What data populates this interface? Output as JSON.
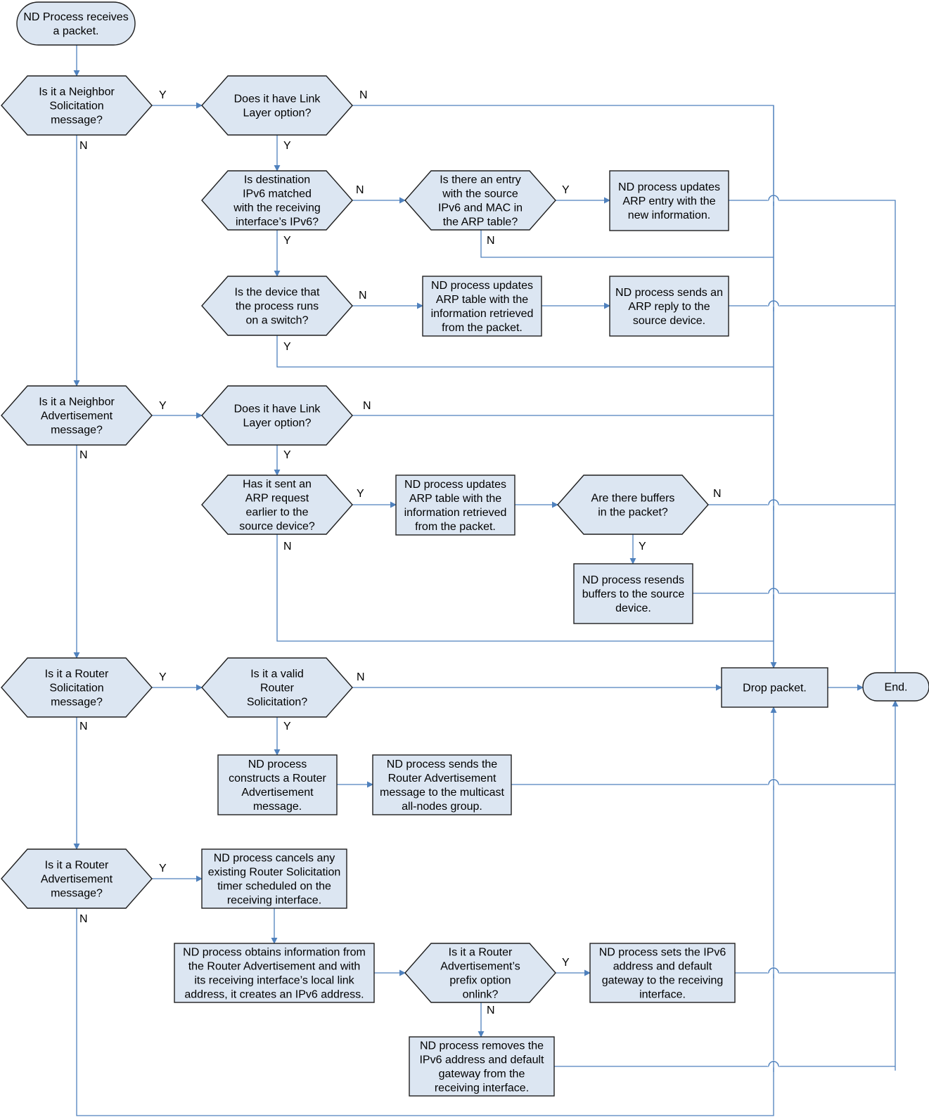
{
  "nodes": {
    "start": [
      "ND Process receives",
      "a packet."
    ],
    "q_ns": [
      "Is it a Neighbor",
      "Solicitation",
      "message?"
    ],
    "q_ns_link": [
      "Does it have Link",
      "Layer option?"
    ],
    "q_dest_match": [
      "Is destination",
      "IPv6 matched",
      "with the receiving",
      "interface’s IPv6?"
    ],
    "q_arp_entry": [
      "Is there an entry",
      "with the source",
      "IPv6 and MAC in",
      "the ARP table?"
    ],
    "p_update_entry": [
      "ND process updates",
      "ARP entry with the",
      "new information."
    ],
    "q_switch": [
      "Is the device that",
      "the process runs",
      "on a switch?"
    ],
    "p_update_table_1": [
      "ND process updates",
      "ARP table with the",
      "information retrieved",
      "from the packet."
    ],
    "p_send_reply": [
      "ND process sends an",
      "ARP reply to the",
      "source device."
    ],
    "q_na": [
      "Is it a Neighbor",
      "Advertisement",
      "message?"
    ],
    "q_na_link": [
      "Does it have Link",
      "Layer option?"
    ],
    "q_sent_req": [
      "Has it sent an",
      "ARP request",
      "earlier to the",
      "source device?"
    ],
    "p_update_table_2": [
      "ND process updates",
      "ARP table with the",
      "information retrieved",
      "from the packet."
    ],
    "q_buffers": [
      "Are there buffers",
      "in the packet?"
    ],
    "p_resend": [
      "ND process resends",
      "buffers to the source",
      "device."
    ],
    "q_rs": [
      "Is it a Router",
      "Solicitation",
      "message?"
    ],
    "q_valid_rs": [
      "Is it a valid",
      "Router",
      "Solicitation?"
    ],
    "p_drop": [
      "Drop packet."
    ],
    "end": [
      "End."
    ],
    "p_construct_ra": [
      "ND process",
      "constructs a Router",
      "Advertisement",
      "message."
    ],
    "p_send_ra": [
      "ND process sends the",
      "Router Advertisement",
      "message to the multicast",
      "all-nodes group."
    ],
    "q_ra": [
      "Is it a Router",
      "Advertisement",
      "message?"
    ],
    "p_cancel_timer": [
      "ND process cancels any",
      "existing Router Solicitation",
      "timer scheduled on the",
      "receiving interface."
    ],
    "p_obtain_info": [
      "ND process obtains information from",
      "the Router Advertisement and with",
      "its receiving interface’s local link",
      "address, it creates an IPv6 address."
    ],
    "q_prefix_onlink": [
      "Is it a Router",
      "Advertisement’s",
      "prefix option",
      "onlink?"
    ],
    "p_set_ipv6": [
      "ND process sets the IPv6",
      "address and default",
      "gateway to the receiving",
      "interface."
    ],
    "p_remove_ipv6": [
      "ND process removes the",
      "IPv6 address and default",
      "gateway from the",
      "receiving interface."
    ]
  },
  "branch_labels": {
    "yes": "Y",
    "no": "N"
  },
  "colors": {
    "fill": "#dce6f2",
    "connector": "#4f81bd",
    "outline": "#1f1f1f"
  }
}
